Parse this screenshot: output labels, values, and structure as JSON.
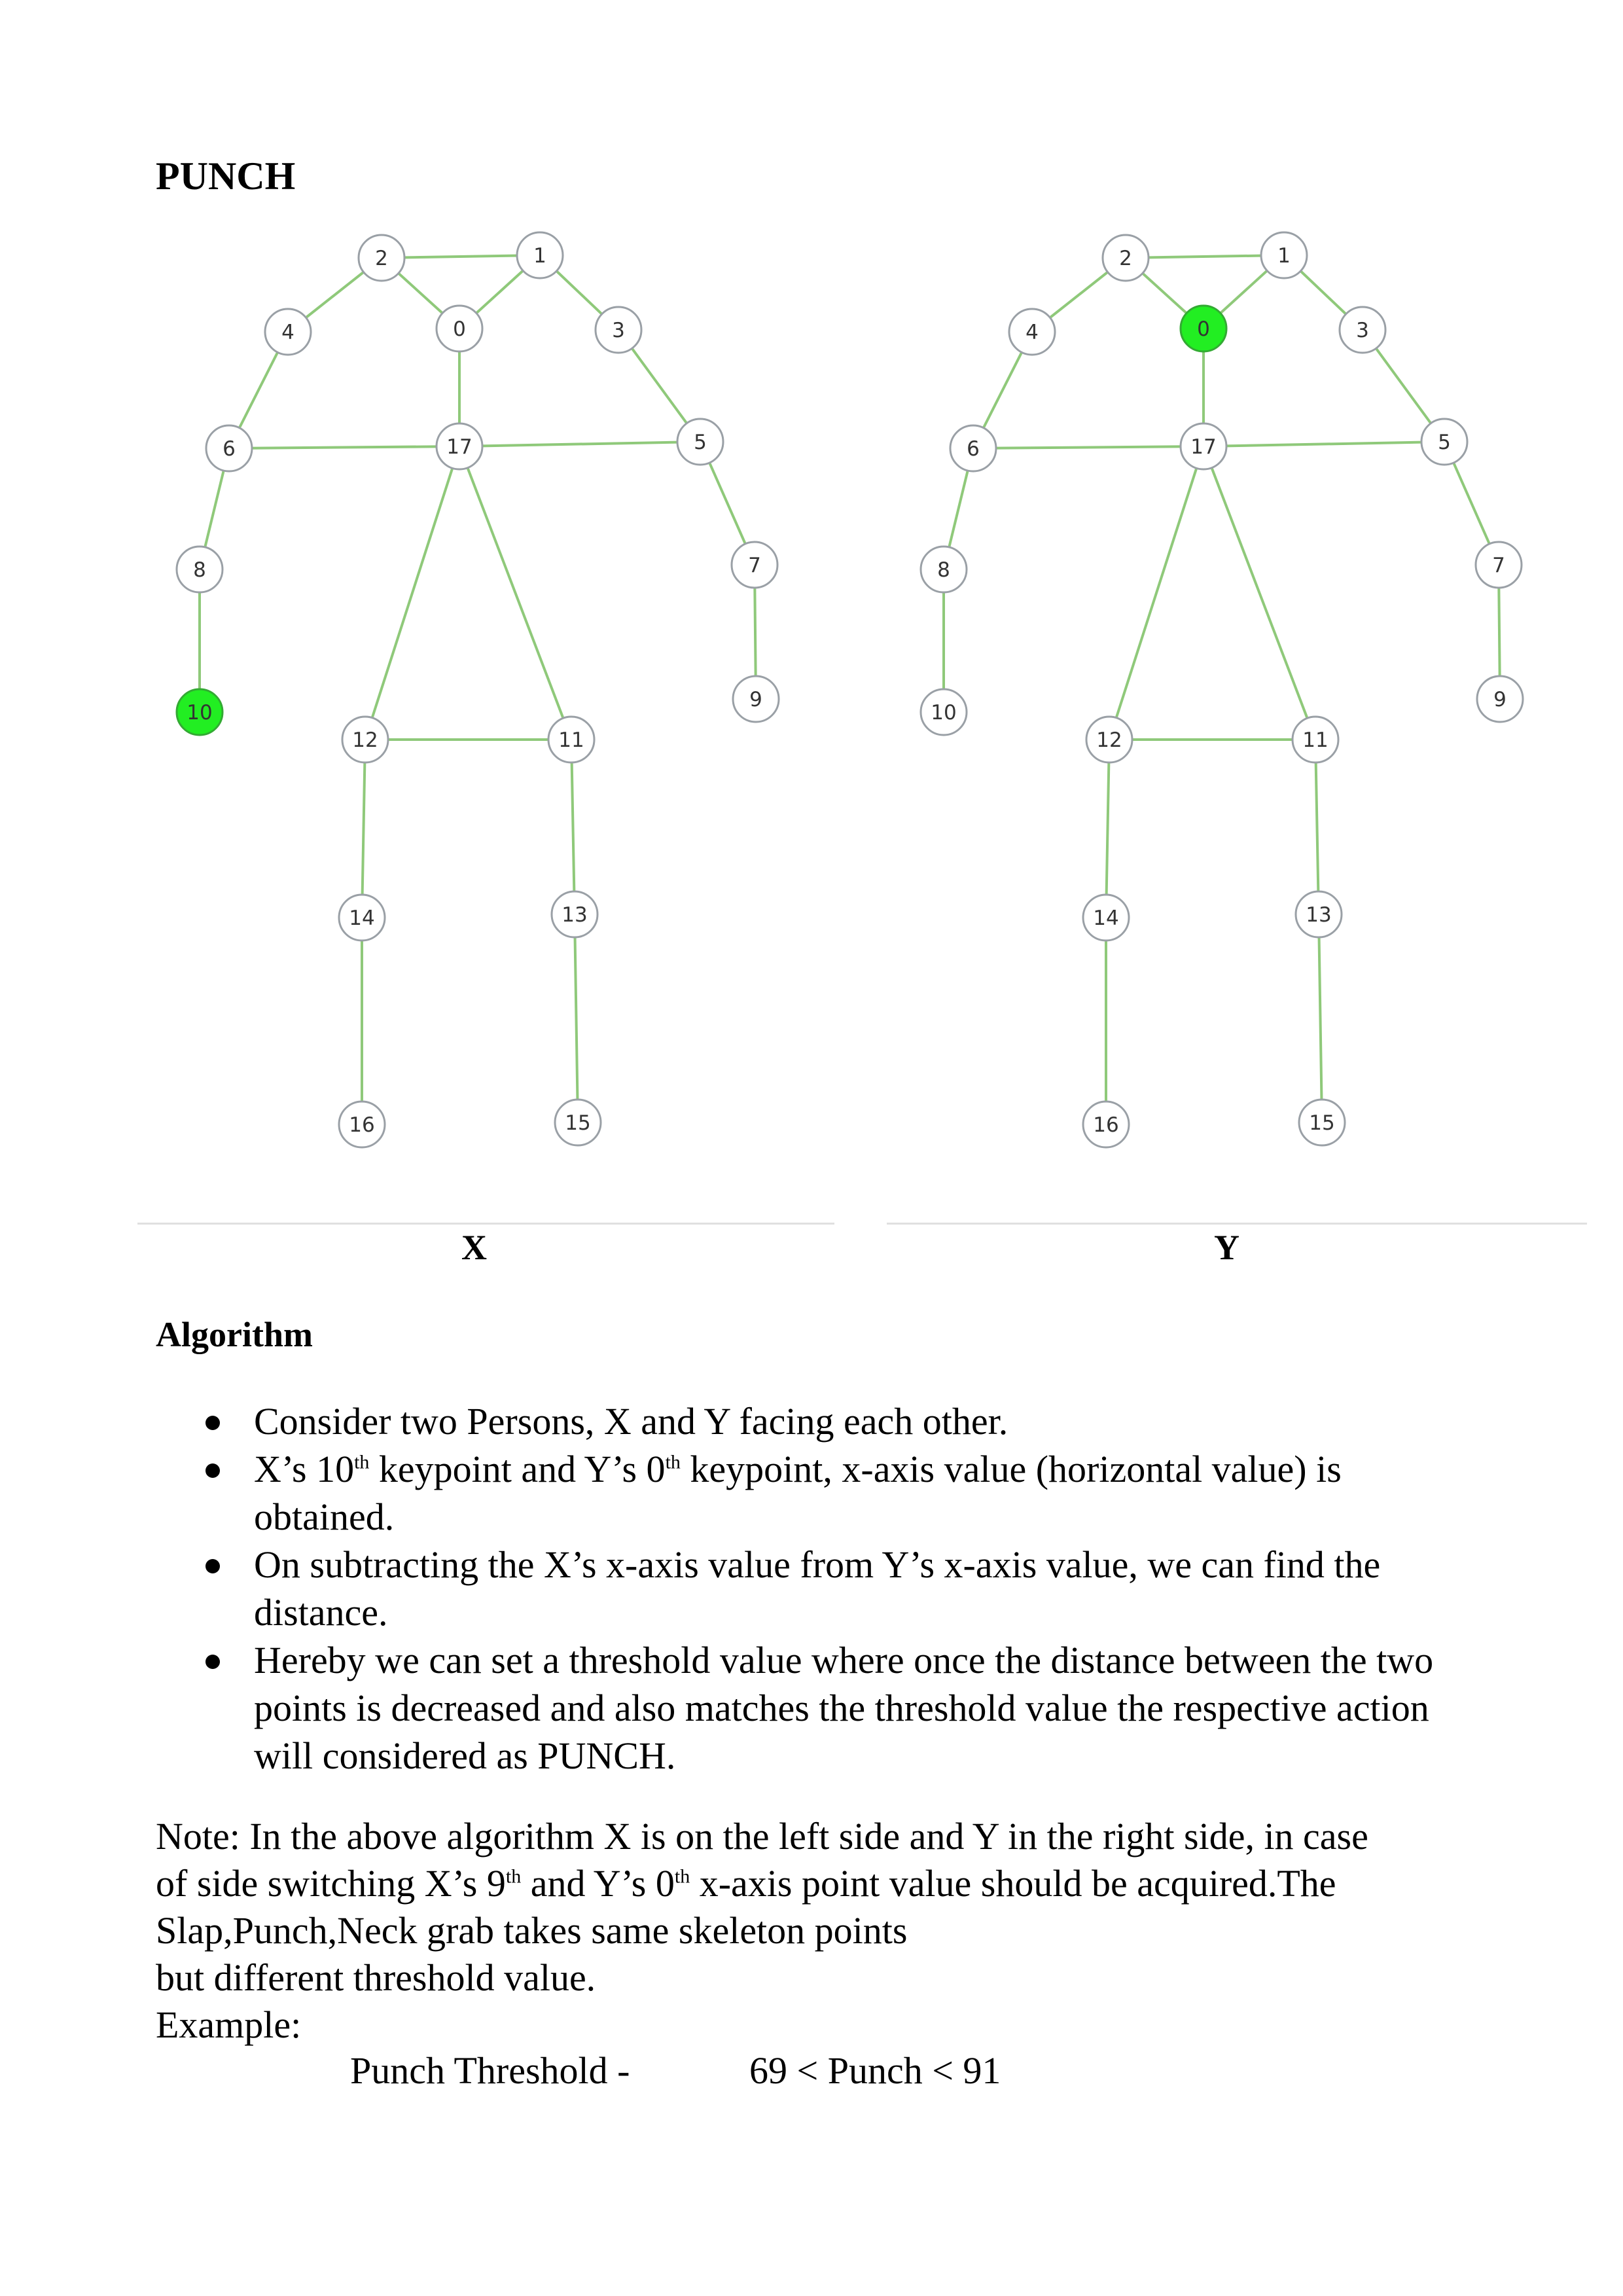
{
  "title": "PUNCH",
  "figures": [
    {
      "caption": "X",
      "highlight": 10
    },
    {
      "caption": "Y",
      "highlight": 0
    }
  ],
  "keypoints": [
    "0",
    "1",
    "2",
    "3",
    "4",
    "5",
    "6",
    "7",
    "8",
    "9",
    "10",
    "11",
    "12",
    "13",
    "14",
    "15",
    "16",
    "17"
  ],
  "colors": {
    "edge": "#8fc97a",
    "node_stroke": "#9aa0a6",
    "highlight": "#22ee22"
  },
  "section_heading": "Algorithm",
  "bullets": [
    {
      "text": "Consider two Persons, X and Y facing each other."
    },
    {
      "p1": "X’s 10",
      "s1": "th",
      "p2": " keypoint and Y’s 0",
      "s2": "th",
      "p3": " keypoint, x-axis value (horizontal value) is obtained."
    },
    {
      "text": "On subtracting the X’s x-axis value from Y’s x-axis value, we can find the distance."
    },
    {
      "text": "Hereby we can set a threshold value where once the distance between the two points is decreased and also matches the threshold value the respective action will considered as PUNCH."
    }
  ],
  "note": {
    "l1": "Note: In the above algorithm X is on the left side and Y in the right side, in case",
    "l2a": "of side switching X’s 9",
    "l2s1": "th",
    "l2b": " and Y’s 0",
    "l2s2": "th",
    "l2c": " x-axis point value should be acquired.The",
    "l3": "Slap,Punch,Neck grab takes same skeleton points",
    "l4": "but different threshold value.",
    "l5": "Example:"
  },
  "example": {
    "label": "Punch Threshold -",
    "value": "69 < Punch < 91"
  }
}
